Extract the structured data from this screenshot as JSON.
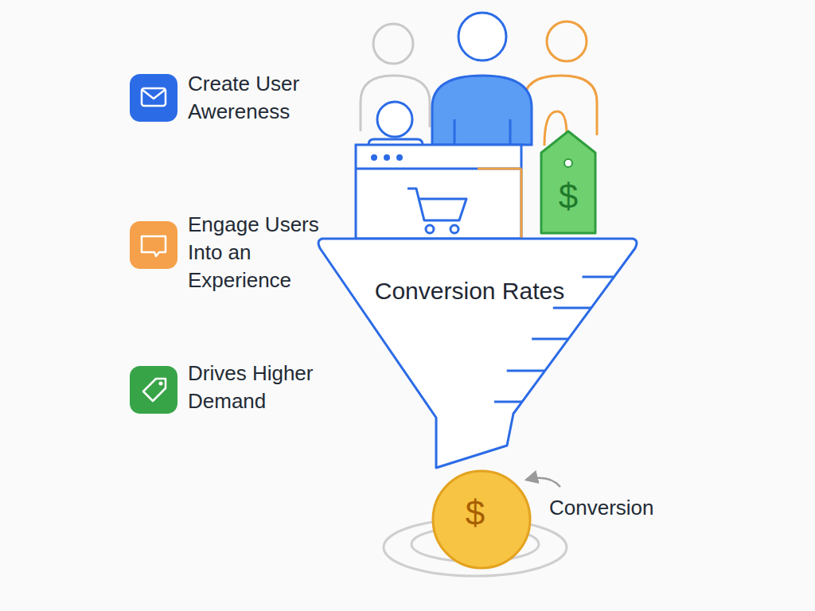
{
  "diagram": {
    "nodes": [
      {
        "text": [
          "Conversion Rates"
        ]
      },
      {
        "text": [
          "$"
        ]
      }
    ],
    "labels": [
      "Create User Awereness",
      "Engage Users Into an Experience",
      "Drives Higher Demand",
      "$",
      "Conversion"
    ]
  }
}
